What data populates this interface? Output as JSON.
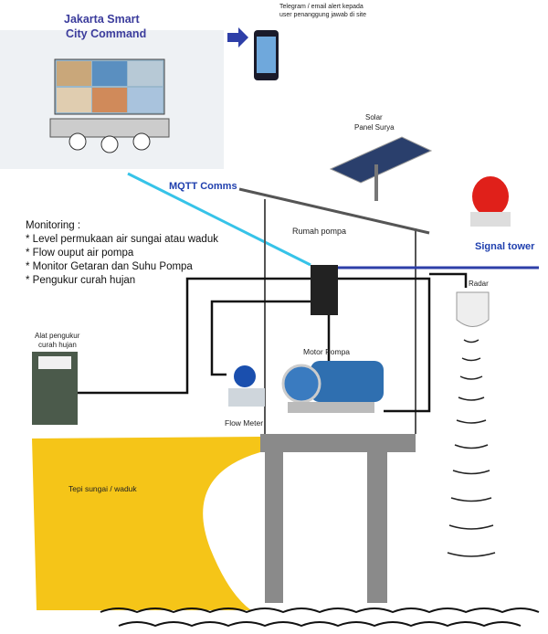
{
  "command_center": {
    "title_line1": "Jakarta Smart",
    "title_line2": "City Command"
  },
  "alert": {
    "line1": "Telegram / email alert kepada",
    "line2": "user penanggung jawab di site"
  },
  "solar": {
    "line1": "Solar",
    "line2": "Panel Surya"
  },
  "mqtt": "MQTT Comms",
  "signal_tower": "Signal tower",
  "pump_house": "Rumah pompa",
  "radar": "Radar",
  "monitoring": {
    "title": "Monitoring :",
    "items": [
      "* Level permukaan air sungai atau waduk",
      "* Flow ouput air pompa",
      "* Monitor Getaran dan Suhu Pompa",
      "* Pengukur curah hujan"
    ]
  },
  "rain_gauge": {
    "line1": "Alat pengukur",
    "line2": "curah hujan"
  },
  "motor": "Motor Pompa",
  "flow_meter": "Flow Meter",
  "river": "Tepi sungai / waduk",
  "colors": {
    "title": "#3b3c9c",
    "mqtt": "#1f3fae",
    "cyan": "#36c3e8",
    "yellow": "#f5c518",
    "gray": "#8a8a8a"
  }
}
